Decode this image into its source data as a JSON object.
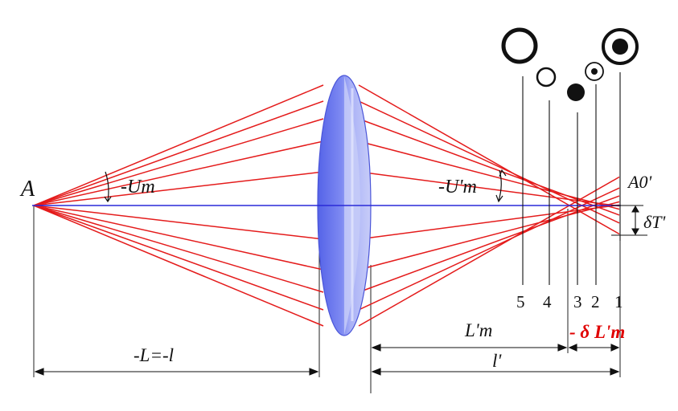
{
  "labels": {
    "point_a": "A",
    "aperture_angle": "-Um",
    "image_aperture_angle": "-U'm",
    "image_point": "A0'",
    "transverse_aberration": "δT'",
    "object_distance": "-L=-l",
    "marginal_image_distance": "L'm",
    "paraxial_image_distance": "l'",
    "longitudinal_aberration": "- δ L'm"
  },
  "planes": [
    "5",
    "4",
    "3",
    "2",
    "1"
  ],
  "colors": {
    "ray": "#e41b1b",
    "axis": "#2a2ad8",
    "lens_front": "#6f7cf0",
    "lens_back": "#b9c0f7",
    "highlight": "#e00000"
  }
}
